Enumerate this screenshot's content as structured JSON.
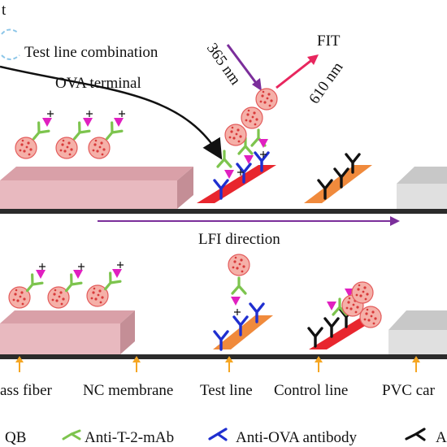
{
  "annotations": {
    "partial_left_top": "t",
    "test_line_combination": "Test line combination",
    "ova_terminal": "OVA terminal",
    "excitation": "365 nm",
    "fit": "FIT",
    "emission": "610 nm",
    "lfi_direction": "LFI direction"
  },
  "components": {
    "glass_fiber": "ass fiber",
    "nc_membrane": "NC membrane",
    "test_line": "Test line",
    "control_line": "Control line",
    "pvc_card": "PVC car"
  },
  "legend": {
    "qb": "QB",
    "anti_t2_mab": "Anti-T-2-mAb",
    "anti_ova_antibody": "Anti-OVA antibody",
    "partial_last": "A"
  },
  "colors": {
    "glass_fiber_pad": "#e8b9bf",
    "test_line_positive": "#e8262e",
    "test_line_negative": "#f08a3c",
    "control_line_positive": "#f08a3c",
    "control_line_negative": "#e8262e",
    "backing": "#333333",
    "absorbent_pad": "#dcdcdc",
    "lfi_arrow": "#7b2e9b",
    "excitation_arrow": "#7b2e9b",
    "emission_arrow": "#e8265e",
    "qb_particle": "#f08a8a",
    "anti_t2_mab": "#7dc44e",
    "anti_ova_antibody": "#1f2fd0",
    "secondary_antibody": "#111111",
    "t2_ova_antigen": "#e020c0",
    "marker": "#f5a623"
  }
}
